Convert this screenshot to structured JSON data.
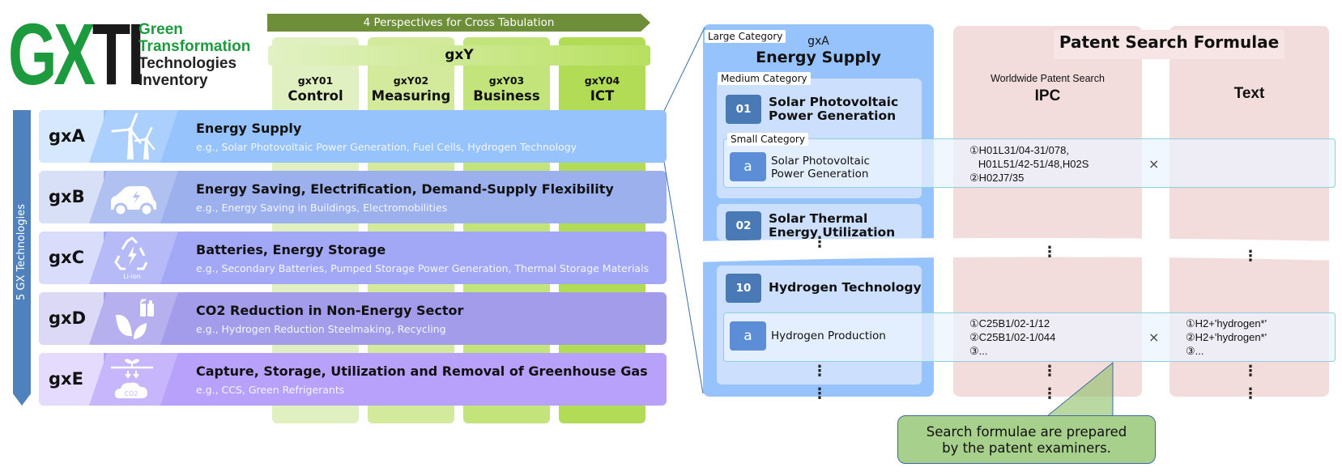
{
  "logo": {
    "mark": [
      "G",
      "X",
      "T",
      "I"
    ],
    "lines": [
      "Green",
      "Transformation",
      "Technologies",
      "Inventory"
    ]
  },
  "perspectives": {
    "banner": "4 Perspectives for Cross Tabulation",
    "group_label": "gxY",
    "columns": [
      {
        "code": "gxY01",
        "name": "Control",
        "color": "#e0f0c0"
      },
      {
        "code": "gxY02",
        "name": "Measuring",
        "color": "#d3ea9c"
      },
      {
        "code": "gxY03",
        "name": "Business",
        "color": "#c2e47a"
      },
      {
        "code": "gxY04",
        "name": "ICT",
        "color": "#b2dc55"
      }
    ]
  },
  "gx_technologies": {
    "label": "5 GX Technologies",
    "rows": [
      {
        "code": "gxA",
        "icon": "wind-turbine-icon",
        "title": "Energy Supply",
        "examples": "e.g., Solar Photovoltaic Power Generation, Fuel Cells, Hydrogen Technology"
      },
      {
        "code": "gxB",
        "icon": "electric-car-icon",
        "title": "Energy Saving, Electrification, Demand-Supply Flexibility",
        "examples": "e.g., Energy Saving in Buildings, Electromobilities"
      },
      {
        "code": "gxC",
        "icon": "battery-recycle-icon",
        "icon_caption": "Li-ion",
        "title": "Batteries, Energy Storage",
        "examples": "e.g., Secondary Batteries, Pumped Storage Power Generation, Thermal Storage Materials"
      },
      {
        "code": "gxD",
        "icon": "leaf-bottles-icon",
        "title": "CO2 Reduction in Non-Energy Sector",
        "examples": "e.g., Hydrogen Reduction Steelmaking, Recycling"
      },
      {
        "code": "gxE",
        "icon": "co2-capture-icon",
        "icon_caption": "CO2",
        "title": "Capture, Storage, Utilization and Removal of Greenhouse Gas",
        "examples": "e.g., CCS, Green Refrigerants"
      }
    ]
  },
  "detail": {
    "large_category_tag": "Large Category",
    "large_code": "gxA",
    "large_title": "Energy Supply",
    "medium_category_tag": "Medium Category",
    "small_category_tag": "Small Category",
    "medium": [
      {
        "num": "01",
        "title_lines": [
          "Solar Photovoltaic",
          "Power Generation"
        ]
      },
      {
        "num": "02",
        "title_lines": [
          "Solar Thermal",
          "Energy Utilization"
        ]
      },
      {
        "num": "10",
        "title_lines": [
          "Hydrogen Technology"
        ]
      }
    ],
    "small": [
      {
        "letter": "a",
        "title_lines": [
          "Solar Photovoltaic",
          "Power Generation"
        ],
        "ipc": "①H01L31/04-31/078,\n   H01L51/42-51/48,H02S\n②H02J7/35",
        "text": ""
      },
      {
        "letter": "a",
        "title_lines": [
          "Hydrogen Production"
        ],
        "ipc": "①C25B1/02-1/12\n②C25B1/02-1/044\n③...",
        "text": "①H2+'hydrogen*'\n②H2+'hydrogen*'\n③..."
      }
    ],
    "operator": "×",
    "ellipsis": "⋮"
  },
  "patent": {
    "title": "Patent Search Formulae",
    "ipc_subtitle": "Worldwide Patent Search",
    "ipc_header": "IPC",
    "text_header": "Text"
  },
  "callout": {
    "lines": [
      "Search formulae are prepared",
      "by the patent examiners."
    ]
  }
}
